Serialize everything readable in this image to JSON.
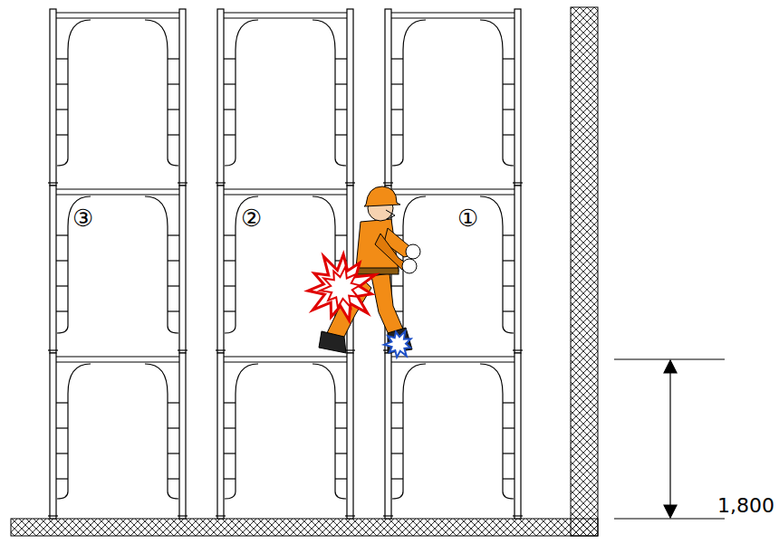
{
  "diagram": {
    "labels": [
      "③",
      "②",
      "①",
      "1,800"
    ]
  }
}
